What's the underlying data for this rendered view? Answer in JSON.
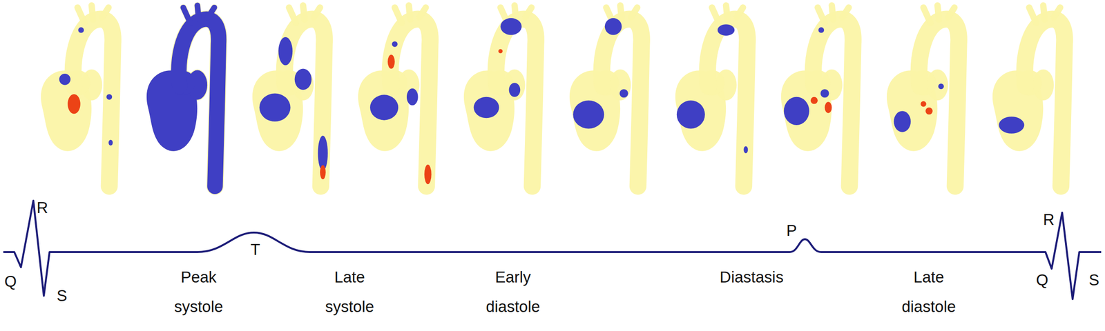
{
  "diagram": {
    "labels": [
      "R",
      "Q",
      "S",
      "Peak systole",
      "T",
      "Late systole",
      "Early diastole",
      "P",
      "Diastasis",
      "Late diastole",
      "R",
      "Q",
      "S"
    ]
  }
}
